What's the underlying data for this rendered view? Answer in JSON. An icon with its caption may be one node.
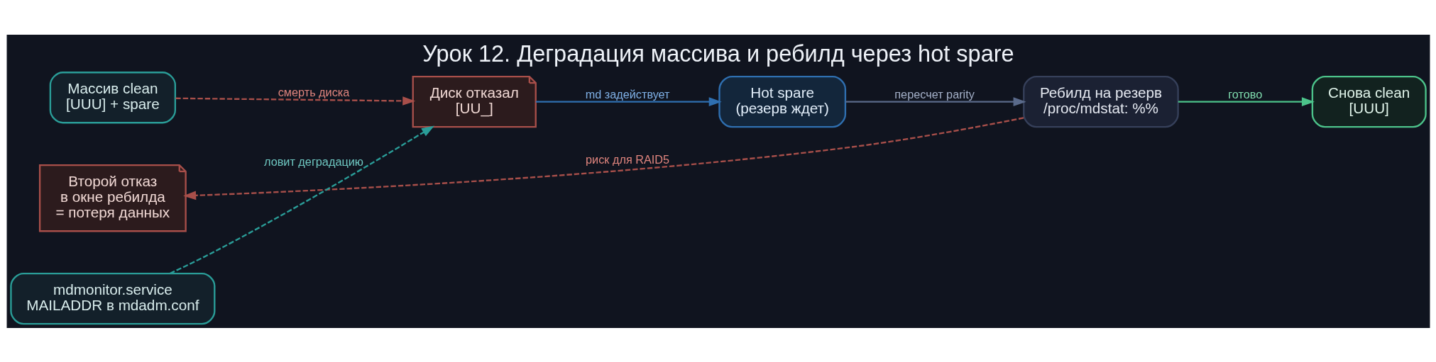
{
  "diagram": {
    "title": "Урок 12. Деградация массива и ребилд через hot spare",
    "nodes": [
      {
        "text": [
          "Массив clean",
          "[UUU] + spare"
        ]
      },
      {
        "text": [
          "Диск отказал",
          "[UU_]"
        ]
      },
      {
        "text": [
          "Hot spare",
          "(резерв ждет)"
        ]
      },
      {
        "text": [
          "Ребилд на резерв",
          "/proc/mdstat: %%"
        ]
      },
      {
        "text": [
          "Снова clean",
          "[UUU]"
        ]
      },
      {
        "text": [
          "Второй отказ",
          "в окне ребилда",
          "= потеря данных"
        ]
      },
      {
        "text": [
          "mdmonitor.service",
          "MAILADDR в mdadm.conf"
        ]
      }
    ],
    "edges": [
      {
        "from": 0,
        "to": 1,
        "arrow": "to",
        "label": "смерть диска",
        "style": "dashed",
        "color": "#a84f4a"
      },
      {
        "from": 1,
        "to": 2,
        "arrow": "to",
        "label": "md задействует",
        "color": "#2f6fb0"
      },
      {
        "from": 2,
        "to": 3,
        "arrow": "to",
        "label": "пересчет parity",
        "color": "#5a6a8a"
      },
      {
        "from": 3,
        "to": 4,
        "arrow": "to",
        "label": "готово",
        "color": "#4cc38a"
      },
      {
        "from": 3,
        "to": 5,
        "arrow": "to",
        "label": "риск для RAID5",
        "style": "dashed",
        "color": "#a84f4a"
      },
      {
        "from": 6,
        "to": 1,
        "arrow": "to",
        "label": "ловит деградацию",
        "style": "dashed",
        "color": "#2a9d98"
      }
    ]
  }
}
